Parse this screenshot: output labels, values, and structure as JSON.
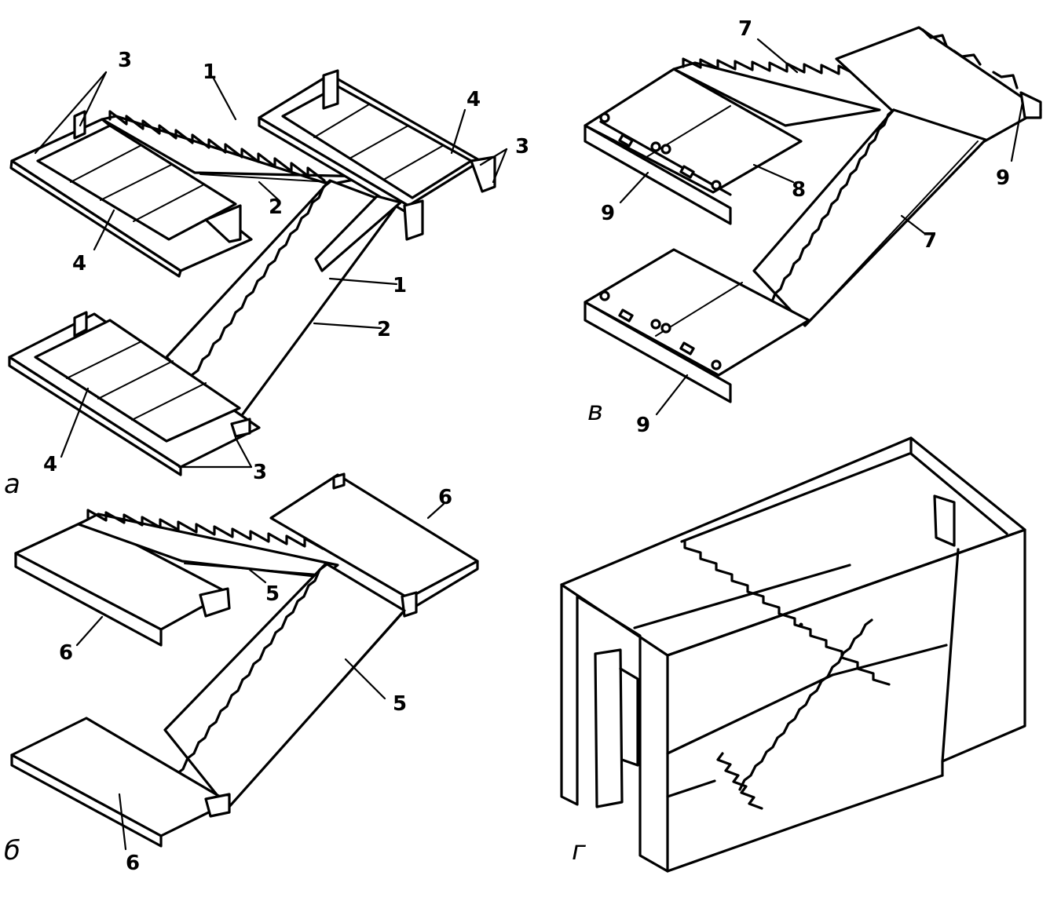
{
  "panels": {
    "a": {
      "letter": "а"
    },
    "b": {
      "letter": "б"
    },
    "v": {
      "letter": "в"
    },
    "g": {
      "letter": "г"
    }
  },
  "callouts": {
    "n1": "1",
    "n2": "2",
    "n3": "3",
    "n4": "4",
    "n5": "5",
    "n6": "6",
    "n7": "7",
    "n8": "8",
    "n9": "9"
  }
}
